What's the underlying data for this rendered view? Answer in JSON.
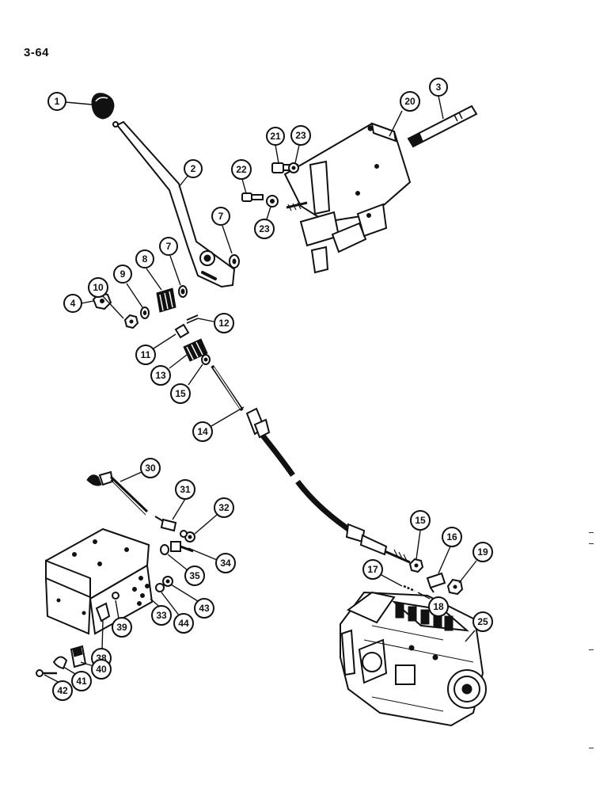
{
  "page": {
    "number": "3-64"
  },
  "diagram": {
    "callouts": [
      {
        "id": "c1",
        "label": "1",
        "target": "control knob"
      },
      {
        "id": "c2",
        "label": "2",
        "target": "throttle lever"
      },
      {
        "id": "c3",
        "label": "3",
        "target": "shaft"
      },
      {
        "id": "c4",
        "label": "4",
        "target": "nut"
      },
      {
        "id": "c7a",
        "label": "7",
        "target": "washer"
      },
      {
        "id": "c7b",
        "label": "7",
        "target": "washer"
      },
      {
        "id": "c8",
        "label": "8",
        "target": "spring"
      },
      {
        "id": "c9",
        "label": "9",
        "target": "washer"
      },
      {
        "id": "c10",
        "label": "10",
        "target": "nut"
      },
      {
        "id": "c11",
        "label": "11",
        "target": "pin"
      },
      {
        "id": "c12",
        "label": "12",
        "target": "cotter pin"
      },
      {
        "id": "c13",
        "label": "13",
        "target": "spring"
      },
      {
        "id": "c14",
        "label": "14",
        "target": "control cable"
      },
      {
        "id": "c15a",
        "label": "15",
        "target": "nut"
      },
      {
        "id": "c15b",
        "label": "15",
        "target": "nut"
      },
      {
        "id": "c16",
        "label": "16",
        "target": "fitting"
      },
      {
        "id": "c17",
        "label": "17",
        "target": "pin"
      },
      {
        "id": "c18",
        "label": "18",
        "target": "pin"
      },
      {
        "id": "c19",
        "label": "19",
        "target": "nut"
      },
      {
        "id": "c20",
        "label": "20",
        "target": "support bracket"
      },
      {
        "id": "c21",
        "label": "21",
        "target": "bolt"
      },
      {
        "id": "c22",
        "label": "22",
        "target": "bolt"
      },
      {
        "id": "c23a",
        "label": "23",
        "target": "nut"
      },
      {
        "id": "c23b",
        "label": "23",
        "target": "nut"
      },
      {
        "id": "c25",
        "label": "25",
        "target": "fuel injection pump"
      },
      {
        "id": "c30",
        "label": "30",
        "target": "shut-off cable"
      },
      {
        "id": "c31",
        "label": "31",
        "target": "pin"
      },
      {
        "id": "c32",
        "label": "32",
        "target": "nut"
      },
      {
        "id": "c33",
        "label": "33",
        "target": "plate"
      },
      {
        "id": "c34",
        "label": "34",
        "target": "bolt"
      },
      {
        "id": "c35",
        "label": "35",
        "target": "washer"
      },
      {
        "id": "c38",
        "label": "38",
        "target": "clip"
      },
      {
        "id": "c39",
        "label": "39",
        "target": "screw"
      },
      {
        "id": "c40",
        "label": "40",
        "target": "clamp"
      },
      {
        "id": "c41",
        "label": "41",
        "target": "clamp"
      },
      {
        "id": "c42",
        "label": "42",
        "target": "screw"
      },
      {
        "id": "c43",
        "label": "43",
        "target": "nut"
      },
      {
        "id": "c44",
        "label": "44",
        "target": "washer"
      }
    ]
  }
}
